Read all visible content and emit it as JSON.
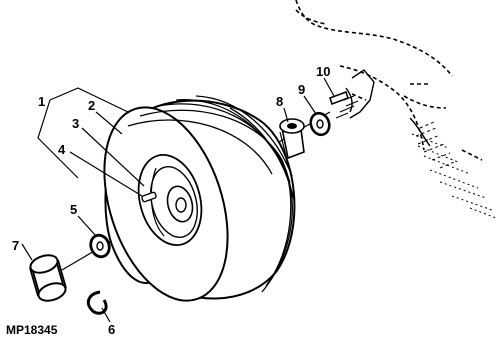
{
  "figure_id": "MP18345",
  "callouts": {
    "c1": "1",
    "c2": "2",
    "c3": "3",
    "c4": "4",
    "c5": "5",
    "c6": "6",
    "c7": "7",
    "c8": "8",
    "c9": "9",
    "c10": "10"
  },
  "colors": {
    "ink": "#000000",
    "paper": "#ffffff"
  }
}
